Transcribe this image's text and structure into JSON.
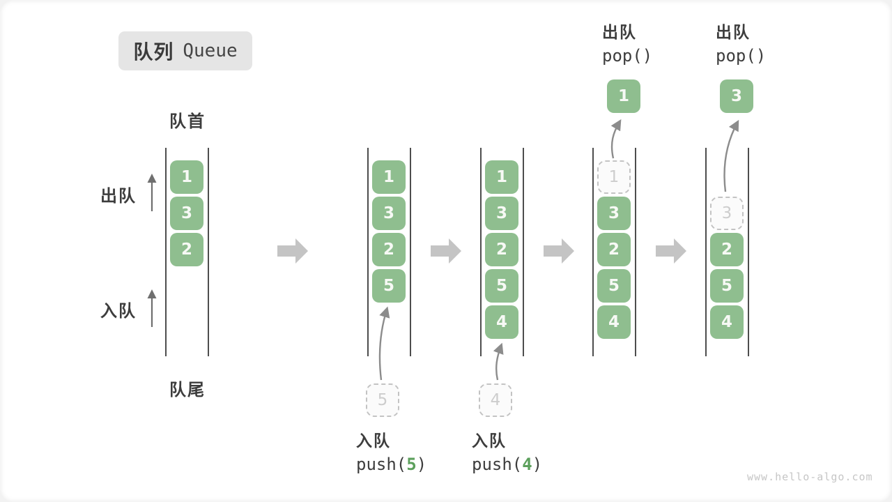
{
  "title": {
    "zh": "队列",
    "en": "Queue"
  },
  "labels": {
    "front": "队首",
    "rear": "队尾",
    "dequeue": "出队",
    "enqueue": "入队"
  },
  "watermark": "www.hello-algo.com",
  "colors": {
    "box_green": "#8FBE8F",
    "box_text": "#F7F9F5",
    "ghost_border": "#C3C3C3",
    "ghost_text": "#CDCDCD",
    "ghost_bg": "#FBFBFB",
    "label_text": "#3D3D3D",
    "accent_green": "#5CA05C",
    "wall": "#4D4D4D",
    "block_arrow": "#C4C4C4",
    "curve_arrow": "#8C8C8C",
    "up_arrow": "#6F6F6F",
    "title_bg": "#E5E5E5",
    "watermark_text": "#C6C6C6"
  },
  "states": [
    {
      "items": [
        {
          "value": "1"
        },
        {
          "value": "3"
        },
        {
          "value": "2"
        }
      ]
    },
    {
      "items": [
        {
          "value": "1"
        },
        {
          "value": "3"
        },
        {
          "value": "2"
        },
        {
          "value": "5"
        }
      ],
      "incoming": {
        "value": "5"
      },
      "op": {
        "zh": "入队",
        "fn": "push(",
        "arg": "5",
        "close": ")"
      }
    },
    {
      "items": [
        {
          "value": "1"
        },
        {
          "value": "3"
        },
        {
          "value": "2"
        },
        {
          "value": "5"
        },
        {
          "value": "4"
        }
      ],
      "incoming": {
        "value": "4"
      },
      "op": {
        "zh": "入队",
        "fn": "push(",
        "arg": "4",
        "close": ")"
      }
    },
    {
      "items": [
        {
          "value": "1",
          "ghost": true
        },
        {
          "value": "3"
        },
        {
          "value": "2"
        },
        {
          "value": "5"
        },
        {
          "value": "4"
        }
      ],
      "popped": {
        "value": "1"
      },
      "op_top": {
        "zh": "出队",
        "fn": "pop()"
      }
    },
    {
      "start_slot": 1,
      "items": [
        {
          "value": "3",
          "ghost": true
        },
        {
          "value": "2"
        },
        {
          "value": "5"
        },
        {
          "value": "4"
        }
      ],
      "popped": {
        "value": "3"
      },
      "op_top": {
        "zh": "出队",
        "fn": "pop()"
      }
    }
  ]
}
